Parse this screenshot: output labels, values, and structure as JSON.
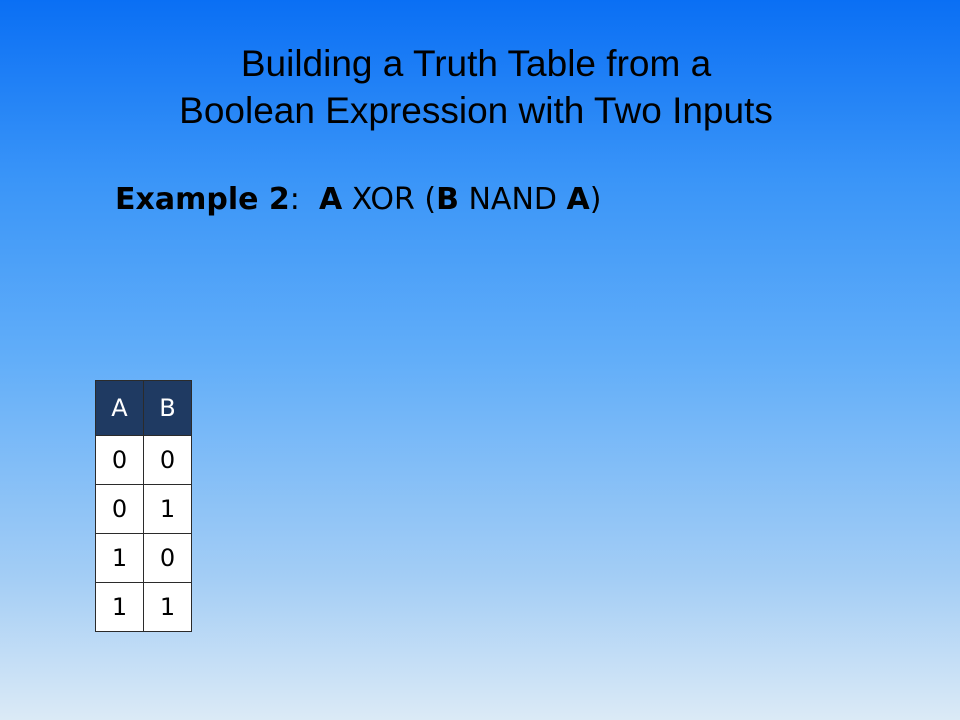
{
  "slide": {
    "title_lines": [
      "Building a Truth Table from a",
      "Boolean Expression with Two Inputs"
    ],
    "example": {
      "label": "Example 2",
      "colon": ":",
      "expr_parts": [
        {
          "text": "A",
          "bold": true
        },
        {
          "text": " XOR (",
          "bold": false
        },
        {
          "text": "B",
          "bold": true
        },
        {
          "text": " NAND ",
          "bold": false
        },
        {
          "text": "A",
          "bold": true
        },
        {
          "text": ")",
          "bold": false
        }
      ]
    },
    "truth_table": {
      "headers": [
        "A",
        "B"
      ],
      "rows": [
        [
          "0",
          "0"
        ],
        [
          "0",
          "1"
        ],
        [
          "1",
          "0"
        ],
        [
          "1",
          "1"
        ]
      ],
      "header_bg": "#1f3a62",
      "cell_bg": "#ffffff"
    },
    "background_colors": [
      "#0a6ff4",
      "#dbeaf6"
    ]
  }
}
